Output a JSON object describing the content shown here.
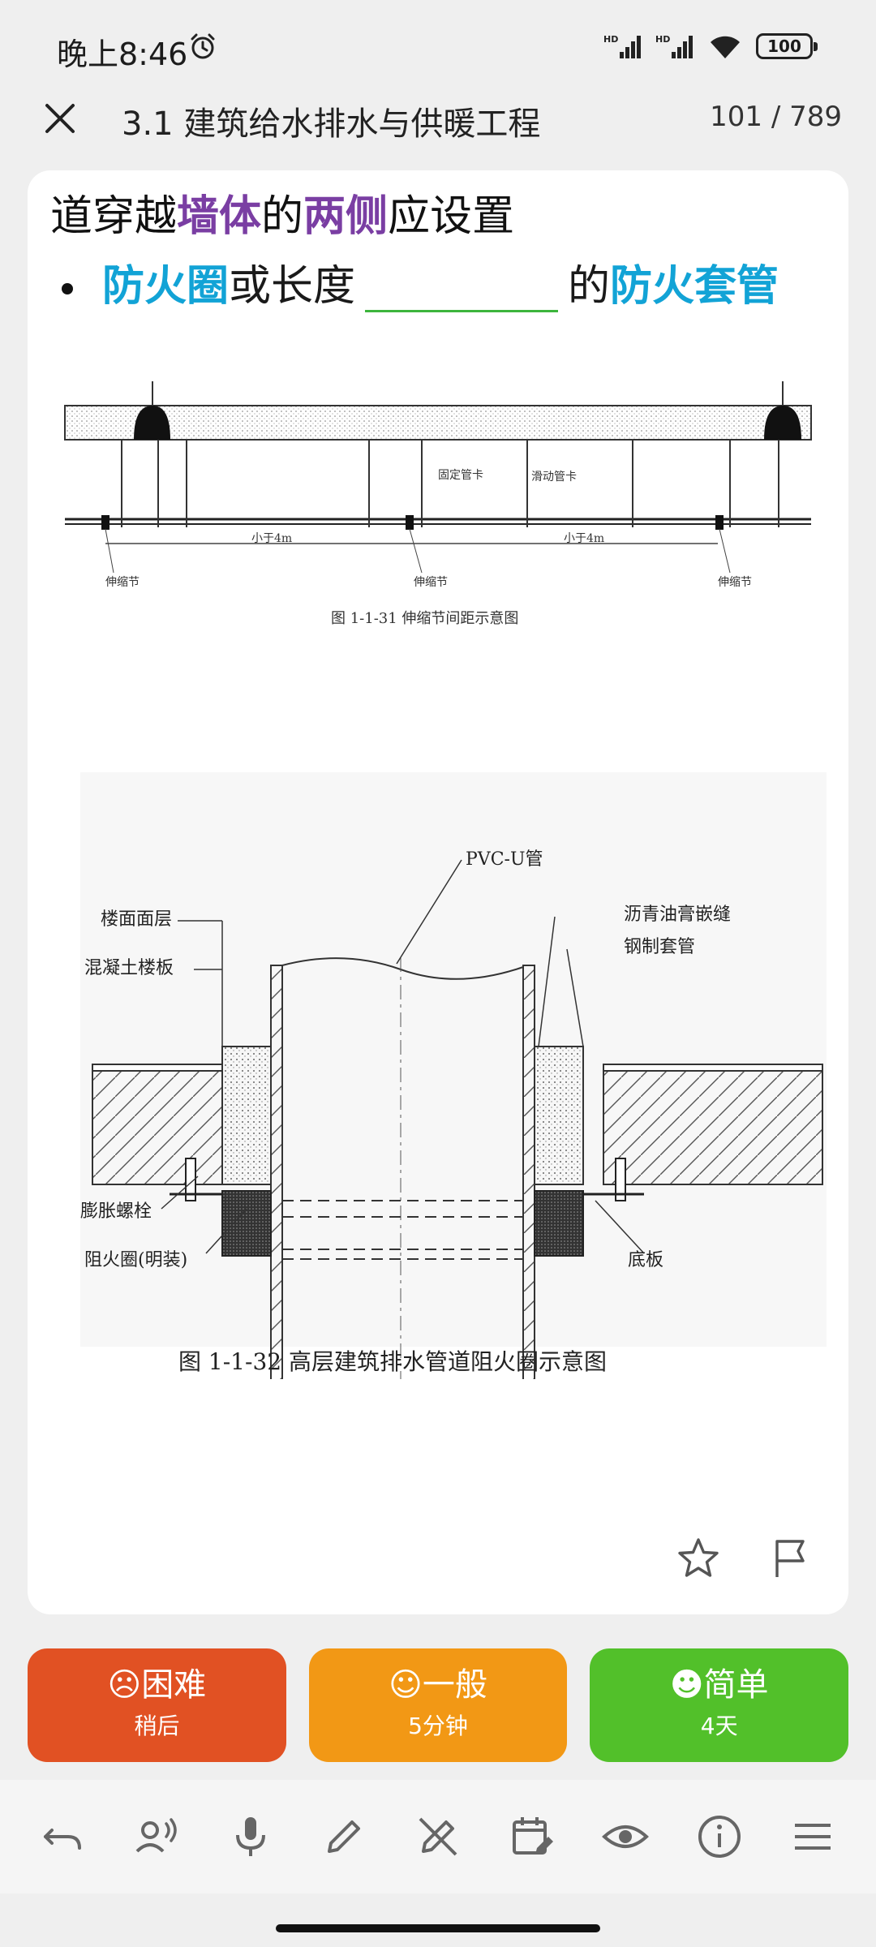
{
  "status_bar": {
    "time": "晚上8:46",
    "battery": "100",
    "signal_label": "HD"
  },
  "header": {
    "title": "3.1 建筑给水排水与供暖工程",
    "counter": "101 / 789"
  },
  "card": {
    "line1_prefix": "道穿越",
    "line1_em1": "墙体",
    "line1_mid": "的",
    "line1_em2": "两侧",
    "line1_suffix": "应设置",
    "line2_em1": "防火圈",
    "line2_mid": "或长度",
    "line2_after": "的",
    "line2_em2": "防火套管"
  },
  "figure1": {
    "caption": "图 1-1-31 伸缩节间距示意图",
    "labels": {
      "fixed_clamp": "固定管卡",
      "sliding_clamp": "滑动管卡",
      "span": "小于4m",
      "expansion_joint": "伸缩节"
    }
  },
  "figure2": {
    "caption": "图 1-1-32 高层建筑排水管道阻火圈示意图",
    "labels": {
      "pvc": "PVC-U管",
      "floor_surface": "楼面面层",
      "concrete_slab": "混凝土楼板",
      "asphalt": "沥青油膏嵌缝",
      "steel_sleeve": "钢制套管",
      "bolt": "膨胀螺栓",
      "fire_collar": "阻火圈(明装)",
      "base_plate": "底板"
    }
  },
  "ease": {
    "hard": {
      "label": "困难",
      "time": "稍后",
      "emoji": "☹"
    },
    "good": {
      "label": "一般",
      "time": "5分钟",
      "emoji": "☺"
    },
    "easy": {
      "label": "简单",
      "time": "4天",
      "emoji": "☻"
    }
  },
  "colors": {
    "hard": "#e15123",
    "good": "#f29815",
    "easy": "#52c02a",
    "emphasis_purple": "#7a3ea3",
    "emphasis_cyan": "#12a3d6"
  }
}
